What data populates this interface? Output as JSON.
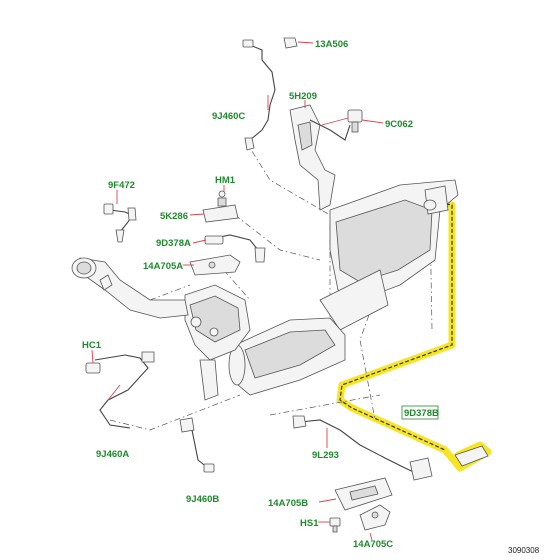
{
  "diagram": {
    "reference_number": "3090308",
    "highlight_color": "#f6e417",
    "label_color": "#1e8a2c",
    "leader_color": "#d9434b",
    "labels": {
      "l13A506": "13A506",
      "l5H209": "5H209",
      "l9J460C": "9J460C",
      "l9C062": "9C062",
      "lHM1": "HM1",
      "l9F472": "9F472",
      "l5K286": "5K286",
      "l9D378A": "9D378A",
      "l14A705A": "14A705A",
      "lHC1": "HC1",
      "l9J460A": "9J460A",
      "l9J460B": "9J460B",
      "l9L293": "9L293",
      "l9D378B": "9D378B",
      "l14A705B": "14A705B",
      "lHS1": "HS1",
      "l14A705C": "14A705C"
    }
  }
}
